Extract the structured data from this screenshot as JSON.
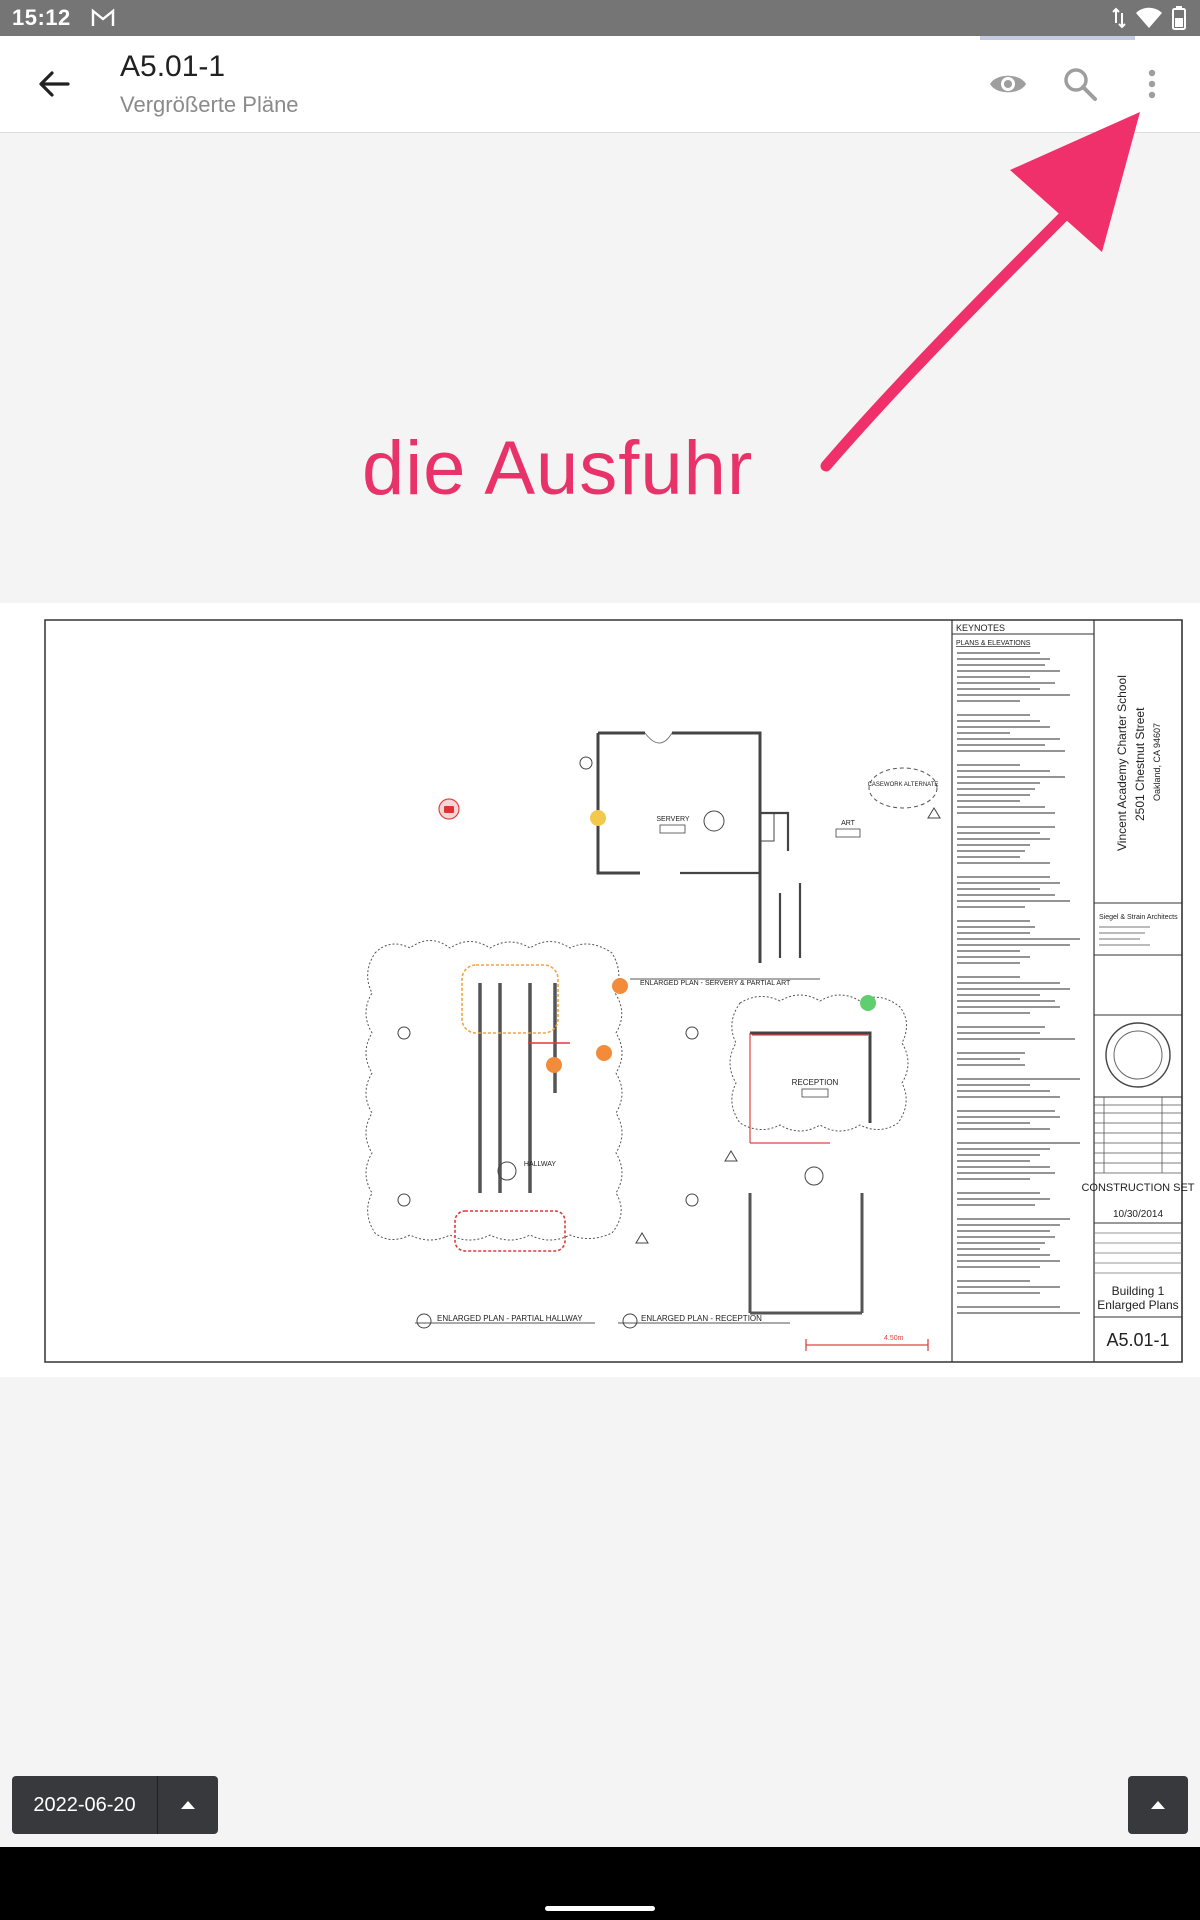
{
  "status_bar": {
    "time": "15:12"
  },
  "app_bar": {
    "title": "A5.01-1",
    "subtitle": "Vergrößerte Pläne"
  },
  "annotation": {
    "text": "die Ausfuhr",
    "color": "#e8336a"
  },
  "drawing": {
    "keynotes_title": "KEYNOTES",
    "plans_elevations": "PLANS & ELEVATIONS",
    "project_name": "Vincent Academy Charter School",
    "address_street": "2501 Chestnut Street",
    "address_city": "Oakland, CA 94607",
    "architect": "Siegel & Strain Architects",
    "set_label": "CONSTRUCTION SET",
    "set_date": "10/30/2014",
    "sheet_title_1": "Building 1",
    "sheet_title_2": "Enlarged Plans",
    "sheet_number": "A5.01-1",
    "plan_1_label": "ENLARGED PLAN - PARTIAL HALLWAY",
    "plan_2_label": "ENLARGED PLAN - RECEPTION",
    "plan_3_label": "ENLARGED PLAN - SERVERY & PARTIAL ART",
    "room_servery": "SERVERY",
    "room_art": "ART",
    "room_reception": "RECEPTION",
    "room_hallway": "HALLWAY",
    "callout_casework": "CASEWORK ALTERNATE",
    "dimension": "4.50m"
  },
  "bottom": {
    "date": "2022-06-20"
  }
}
